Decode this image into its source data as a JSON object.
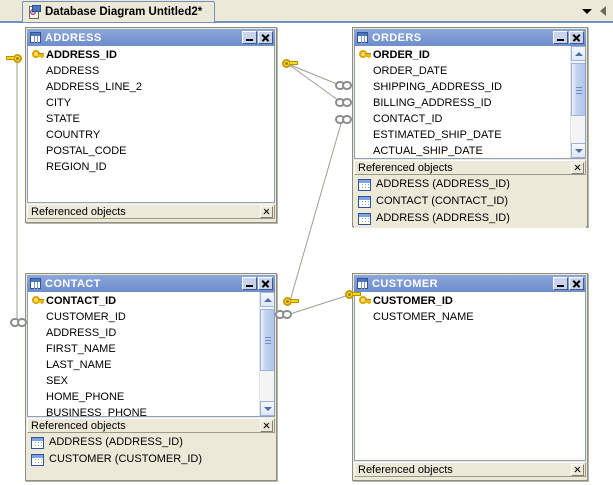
{
  "window": {
    "tab_title": "Database Diagram Untitled2*",
    "tab_icon": "diagram-document-icon",
    "dropdown_icon": "chevron-down-icon",
    "scroll_left_icon": "scroll-left-icon"
  },
  "colors": {
    "titlebar_blue": "#7d9ad3",
    "panel_beige": "#ece9d8",
    "canvas_white": "#ffffff",
    "connector_gray": "#9e9e93",
    "key_gold": "#ffd915",
    "tab_border_blue": "#6f91c4"
  },
  "common": {
    "referenced_objects_label": "Referenced objects",
    "minimize_label": "_",
    "close_label": "x"
  },
  "tables": [
    {
      "id": "address",
      "name": "ADDRESS",
      "columns": [
        {
          "name": "ADDRESS_ID",
          "pk": true
        },
        {
          "name": "ADDRESS",
          "pk": false
        },
        {
          "name": "ADDRESS_LINE_2",
          "pk": false
        },
        {
          "name": "CITY",
          "pk": false
        },
        {
          "name": "STATE",
          "pk": false
        },
        {
          "name": "COUNTRY",
          "pk": false
        },
        {
          "name": "POSTAL_CODE",
          "pk": false
        },
        {
          "name": "REGION_ID",
          "pk": false
        }
      ],
      "has_scrollbar": false,
      "referenced_objects": []
    },
    {
      "id": "orders",
      "name": "ORDERS",
      "columns": [
        {
          "name": "ORDER_ID",
          "pk": true
        },
        {
          "name": "ORDER_DATE",
          "pk": false
        },
        {
          "name": "SHIPPING_ADDRESS_ID",
          "pk": false
        },
        {
          "name": "BILLING_ADDRESS_ID",
          "pk": false
        },
        {
          "name": "CONTACT_ID",
          "pk": false
        },
        {
          "name": "ESTIMATED_SHIP_DATE",
          "pk": false
        },
        {
          "name": "ACTUAL_SHIP_DATE",
          "pk": false
        }
      ],
      "has_scrollbar": true,
      "referenced_objects": [
        "ADDRESS (ADDRESS_ID)",
        "CONTACT (CONTACT_ID)",
        "ADDRESS (ADDRESS_ID)"
      ]
    },
    {
      "id": "contact",
      "name": "CONTACT",
      "columns": [
        {
          "name": "CONTACT_ID",
          "pk": true
        },
        {
          "name": "CUSTOMER_ID",
          "pk": false
        },
        {
          "name": "ADDRESS_ID",
          "pk": false
        },
        {
          "name": "FIRST_NAME",
          "pk": false
        },
        {
          "name": "LAST_NAME",
          "pk": false
        },
        {
          "name": "SEX",
          "pk": false
        },
        {
          "name": "HOME_PHONE",
          "pk": false
        },
        {
          "name": "BUSINESS_PHONE",
          "pk": false
        }
      ],
      "has_scrollbar": true,
      "referenced_objects": [
        "ADDRESS (ADDRESS_ID)",
        "CUSTOMER (CUSTOMER_ID)"
      ]
    },
    {
      "id": "customer",
      "name": "CUSTOMER",
      "columns": [
        {
          "name": "CUSTOMER_ID",
          "pk": true
        },
        {
          "name": "CUSTOMER_NAME",
          "pk": false
        }
      ],
      "has_scrollbar": false,
      "referenced_objects": []
    }
  ],
  "relationships": [
    {
      "from": "ADDRESS.ADDRESS_ID",
      "to": "ORDERS.SHIPPING_ADDRESS_ID"
    },
    {
      "from": "ADDRESS.ADDRESS_ID",
      "to": "ORDERS.BILLING_ADDRESS_ID"
    },
    {
      "from": "CONTACT.CONTACT_ID",
      "to": "ORDERS.CONTACT_ID"
    },
    {
      "from": "ADDRESS.ADDRESS_ID",
      "to": "CONTACT.ADDRESS_ID"
    },
    {
      "from": "CUSTOMER.CUSTOMER_ID",
      "to": "CONTACT.CUSTOMER_ID"
    }
  ]
}
